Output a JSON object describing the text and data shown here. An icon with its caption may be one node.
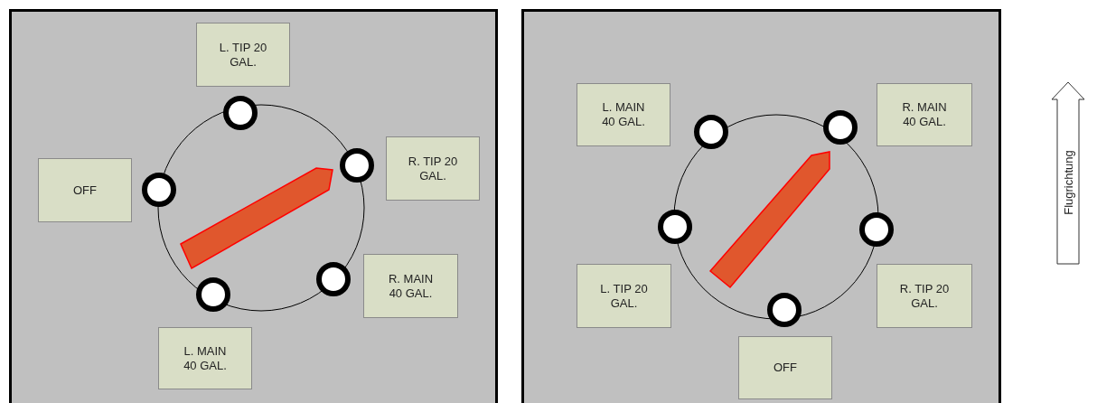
{
  "diagram": {
    "nodes": [
      {
        "text": [],
        "shape": "box"
      },
      {
        "text": [
          "L. TIP 20 GAL."
        ],
        "in": 0
      },
      {
        "text": [
          "OFF"
        ],
        "in": 0
      },
      {
        "text": [
          "R. TIP 20 GAL."
        ],
        "in": 0
      },
      {
        "text": [
          "R. MAIN 40 GAL."
        ],
        "in": 0
      },
      {
        "text": [
          "L. MAIN 40 GAL."
        ],
        "in": 0
      },
      {
        "text": [],
        "shape": "box"
      },
      {
        "text": [
          "L. MAIN 40 GAL."
        ],
        "in": 6
      },
      {
        "text": [
          "R. MAIN 40 GAL."
        ],
        "in": 6
      },
      {
        "text": [
          "L. TIP 20 GAL."
        ],
        "in": 6
      },
      {
        "text": [
          "R. TIP 20 GAL."
        ],
        "in": 6
      },
      {
        "text": [
          "OFF"
        ],
        "in": 6
      },
      {
        "text": [
          "Flugrichtung"
        ]
      }
    ],
    "edges": []
  }
}
